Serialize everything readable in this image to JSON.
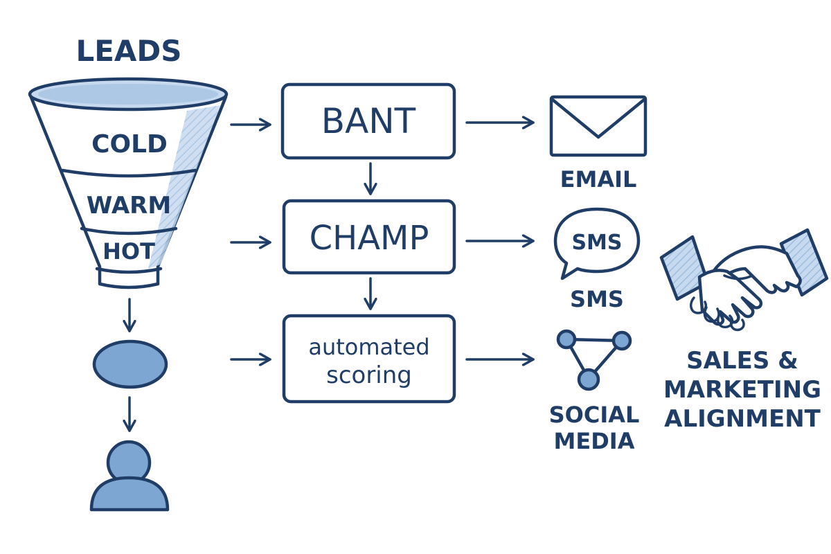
{
  "funnel": {
    "title": "LEADS",
    "stages": [
      "COLD",
      "WARM",
      "HOT"
    ]
  },
  "frameworks": {
    "bant": "BANT",
    "champ": "CHAMP",
    "automated_line1": "automated",
    "automated_line2": "scoring"
  },
  "channels": {
    "email": "EMAIL",
    "sms_bubble": "SMS",
    "sms": "SMS",
    "social_line1": "SOCIAL",
    "social_line2": "MEDIA"
  },
  "alignment": {
    "line1": "SALES &",
    "line2": "MARKETING",
    "line3": "ALIGNMENT"
  },
  "colors": {
    "ink": "#1f3d66",
    "accent": "#7ea6d3",
    "light": "#c6d9ee"
  },
  "icons": {
    "email": "envelope-icon",
    "sms": "speech-bubble-icon",
    "social": "network-icon",
    "alignment": "handshake-icon",
    "customer": "person-icon",
    "prospect": "oval-icon"
  }
}
